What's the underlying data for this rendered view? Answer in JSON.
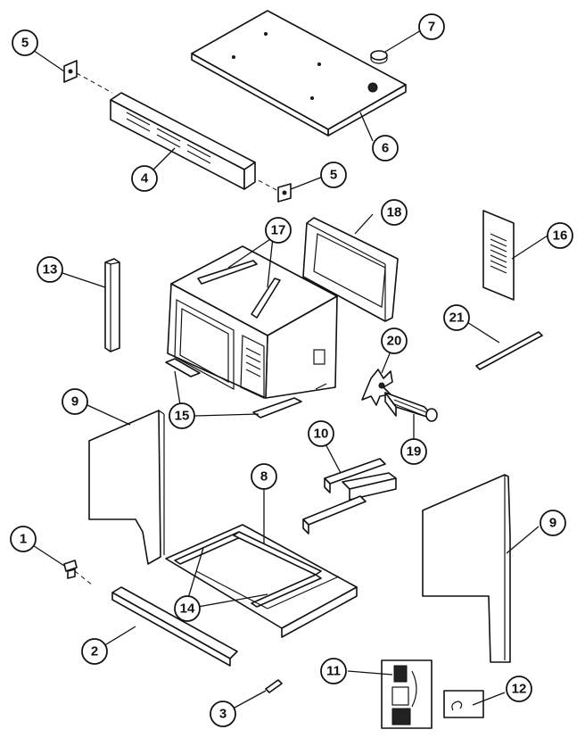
{
  "callouts": [
    {
      "id": "c1",
      "label": "1"
    },
    {
      "id": "c2",
      "label": "2"
    },
    {
      "id": "c3",
      "label": "3"
    },
    {
      "id": "c4",
      "label": "4"
    },
    {
      "id": "c5a",
      "label": "5"
    },
    {
      "id": "c5b",
      "label": "5"
    },
    {
      "id": "c6",
      "label": "6"
    },
    {
      "id": "c7",
      "label": "7"
    },
    {
      "id": "c8",
      "label": "8"
    },
    {
      "id": "c9a",
      "label": "9"
    },
    {
      "id": "c9b",
      "label": "9"
    },
    {
      "id": "c10",
      "label": "10"
    },
    {
      "id": "c11",
      "label": "11"
    },
    {
      "id": "c12",
      "label": "12"
    },
    {
      "id": "c13",
      "label": "13"
    },
    {
      "id": "c14",
      "label": "14"
    },
    {
      "id": "c15",
      "label": "15"
    },
    {
      "id": "c16",
      "label": "16"
    },
    {
      "id": "c17",
      "label": "17"
    },
    {
      "id": "c18",
      "label": "18"
    },
    {
      "id": "c19",
      "label": "19"
    },
    {
      "id": "c20",
      "label": "20"
    },
    {
      "id": "c21",
      "label": "21"
    }
  ]
}
